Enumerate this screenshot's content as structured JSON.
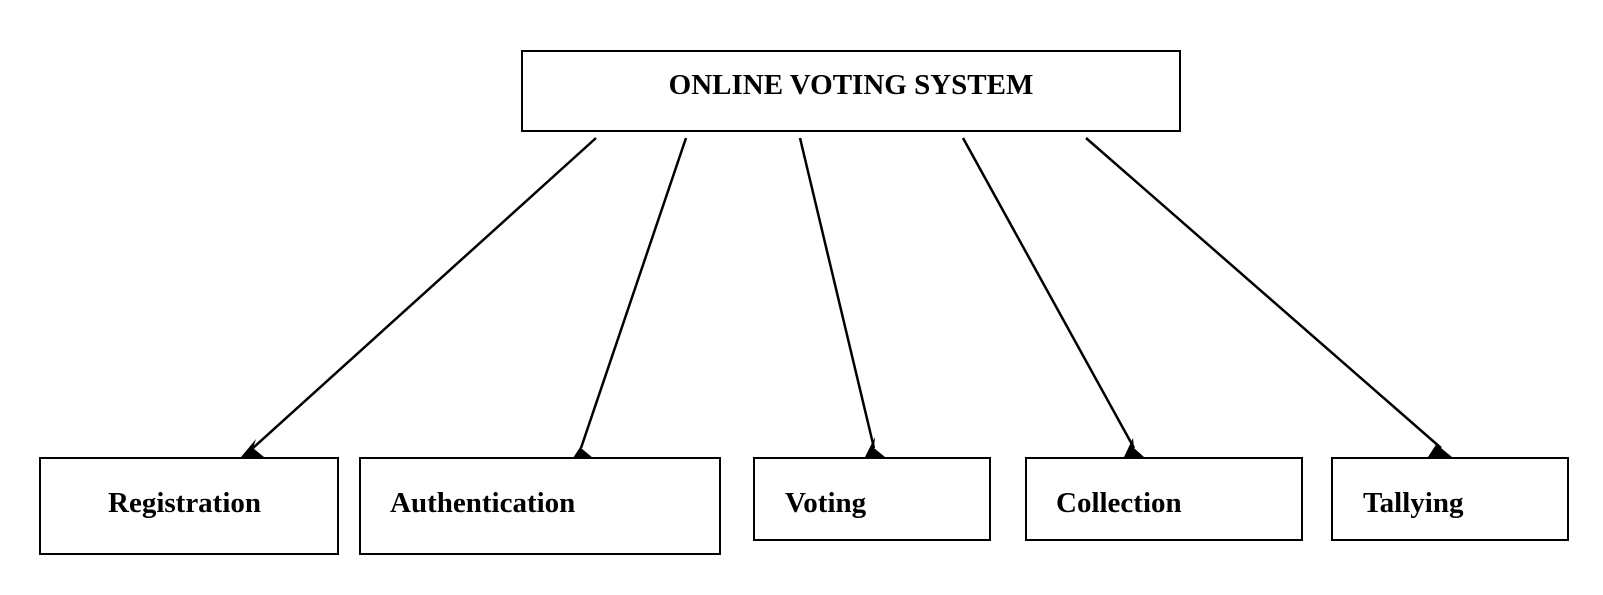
{
  "diagram": {
    "root": {
      "label": "ONLINE VOTING SYSTEM"
    },
    "children": [
      {
        "id": "registration",
        "label": "Registration"
      },
      {
        "id": "authentication",
        "label": "Authentication"
      },
      {
        "id": "voting",
        "label": "Voting"
      },
      {
        "id": "collection",
        "label": "Collection"
      },
      {
        "id": "tallying",
        "label": "Tallying"
      }
    ],
    "colors": {
      "stroke": "#000000",
      "background": "#ffffff",
      "text": "#000000"
    }
  }
}
